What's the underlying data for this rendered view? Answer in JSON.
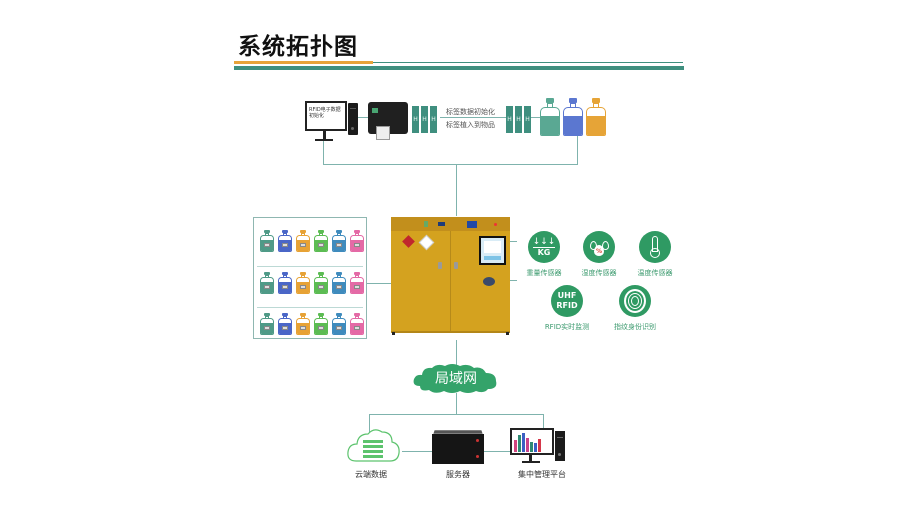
{
  "page": {
    "title": "系统拓扑图",
    "accent_colors": {
      "orange": "#e8a33a",
      "teal": "#3f8f7f",
      "green": "#2f9a63",
      "cabinet": "#d4a21f"
    }
  },
  "top_section": {
    "monitor_label": "RFID电子数据初始化",
    "tag_process_labels": [
      "标签数据初始化",
      "标签植入到物品"
    ],
    "bottle_colors": [
      "#5aa893",
      "#5b77d0",
      "#e6a437"
    ]
  },
  "shelf": {
    "rows": 3,
    "bottle_colors": [
      "#4f9a87",
      "#4a66c7",
      "#e7a235",
      "#5cbc53",
      "#3f8bbd",
      "#e46aa6"
    ]
  },
  "sensors": [
    {
      "icon": "weight-kg-icon",
      "glyph": "KG",
      "label": "重量传感器"
    },
    {
      "icon": "humidity-icon",
      "glyph": "%",
      "label": "湿度传感器"
    },
    {
      "icon": "thermometer-icon",
      "glyph": "",
      "label": "温度传感器"
    },
    {
      "icon": "uhf-rfid-icon",
      "glyph_line1": "UHF",
      "glyph_line2": "RFID",
      "label": "RFID实时监测"
    },
    {
      "icon": "fingerprint-icon",
      "glyph": "",
      "label": "指纹身份识别"
    }
  ],
  "network": {
    "label": "局域网"
  },
  "bottom": {
    "cloud_label": "云端数据",
    "server_label": "服务器",
    "platform_label": "集中管理平台",
    "chart_bar_colors": [
      "#d1447f",
      "#2e8a73",
      "#3b5fc4",
      "#c9438a",
      "#2e8a73",
      "#3b5fc4",
      "#d5374a"
    ]
  }
}
